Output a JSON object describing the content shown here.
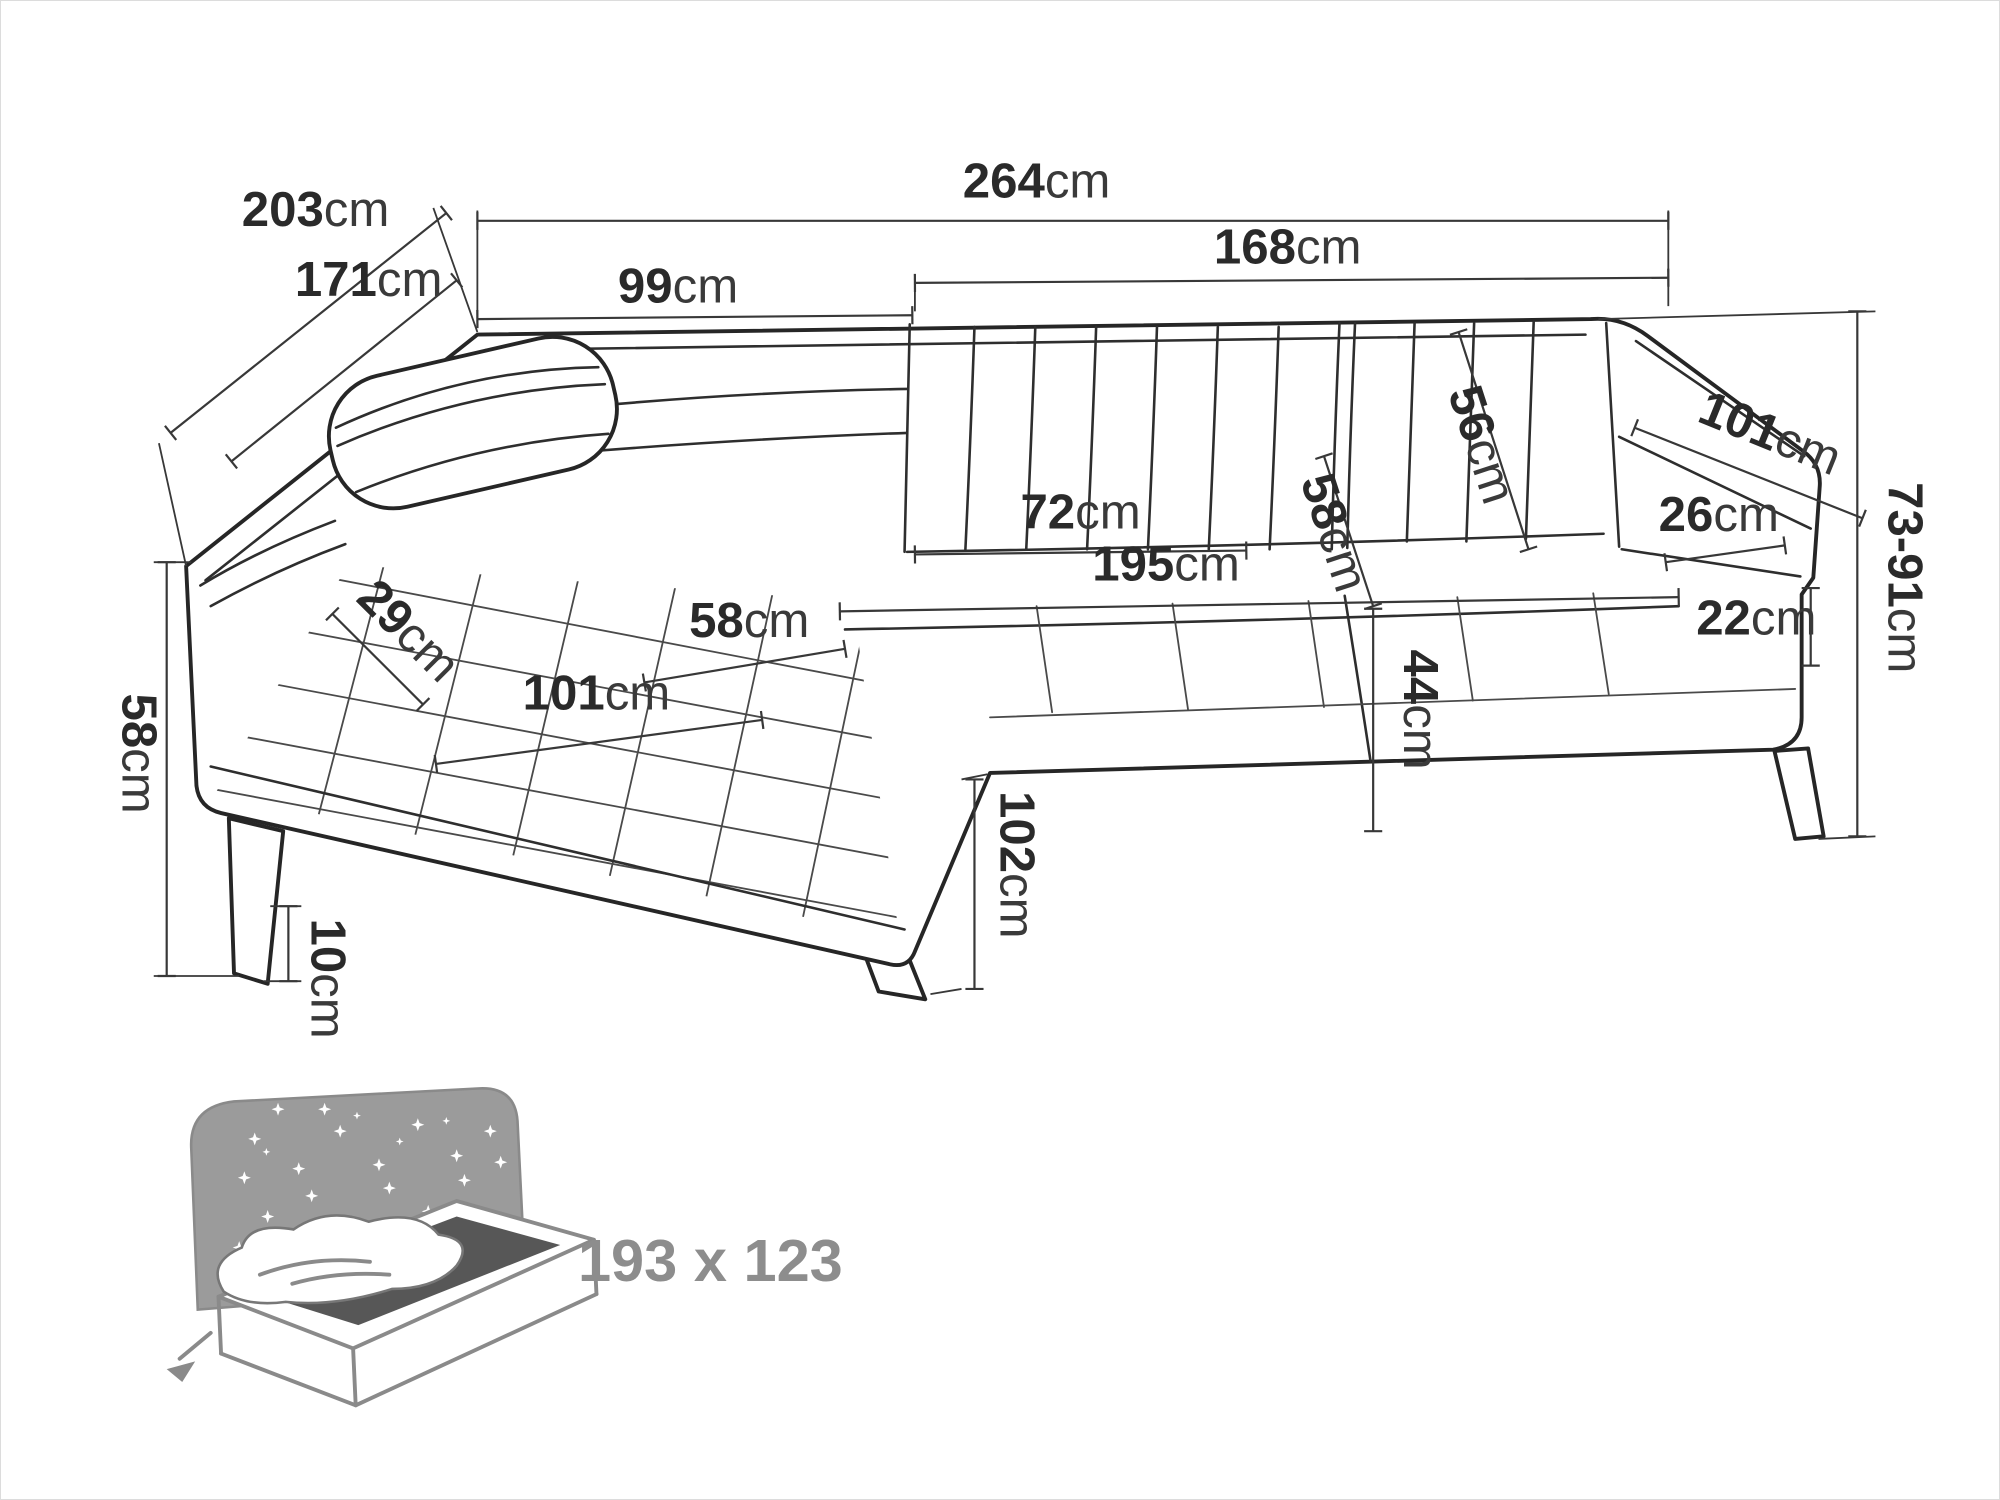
{
  "colors": {
    "line": "#262626",
    "dimension_line": "#383838",
    "text": "#2a2a2a",
    "icon_gray": "#9b9b9b",
    "icon_dark": "#575757",
    "label_gray": "#8d8d8d"
  },
  "dimensions": {
    "total_width": {
      "value": "264",
      "unit": "cm"
    },
    "total_depth": {
      "value": "203",
      "unit": "cm"
    },
    "inner_depth": {
      "value": "171",
      "unit": "cm"
    },
    "chaise_section_width": {
      "value": "99",
      "unit": "cm"
    },
    "seat_section_width": {
      "value": "168",
      "unit": "cm"
    },
    "back_cushion_height": {
      "value": "56",
      "unit": "cm"
    },
    "armrest_length": {
      "value": "101",
      "unit": "cm"
    },
    "armrest_top_width": {
      "value": "26",
      "unit": "cm"
    },
    "overall_height_range": {
      "value": "73-91",
      "unit": "cm"
    },
    "seat_depth": {
      "value": "72",
      "unit": "cm"
    },
    "back_pillow_height": {
      "value": "58",
      "unit": "cm"
    },
    "seat_length": {
      "value": "195",
      "unit": "cm"
    },
    "armrest_front_height": {
      "value": "22",
      "unit": "cm"
    },
    "left_armrest_width": {
      "value": "29",
      "unit": "cm"
    },
    "chaise_seat_width": {
      "value": "58",
      "unit": "cm"
    },
    "chaise_seat_length": {
      "value": "101",
      "unit": "cm"
    },
    "seat_height": {
      "value": "44",
      "unit": "cm"
    },
    "side_height": {
      "value": "58",
      "unit": "cm"
    },
    "chaise_total_depth": {
      "value": "102",
      "unit": "cm"
    },
    "leg_height": {
      "value": "10",
      "unit": "cm"
    }
  },
  "sleeping_area": {
    "label": "193 x 123"
  }
}
